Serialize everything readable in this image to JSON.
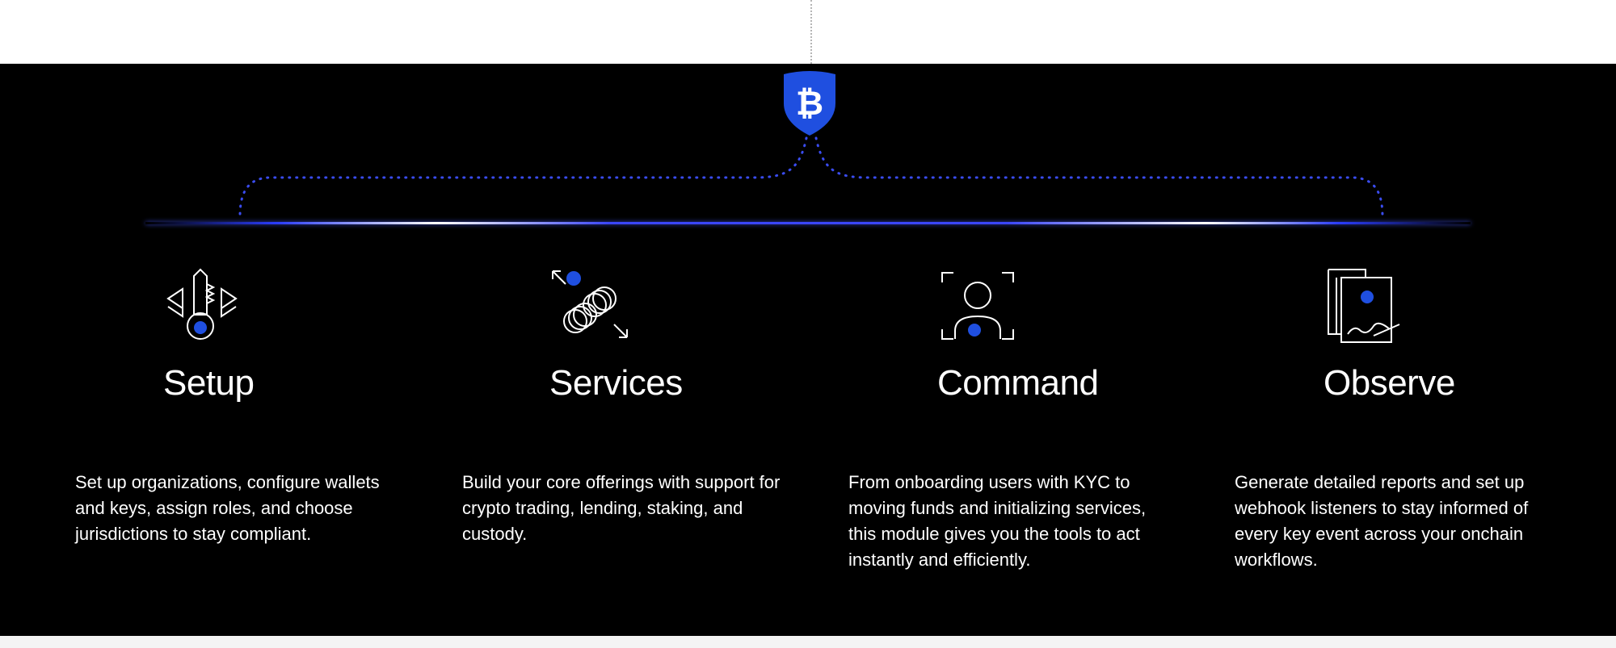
{
  "colors": {
    "background_dark": "#000000",
    "accent_blue": "#1f4fe0",
    "connector_blue": "#3a4cf0",
    "text": "#ffffff"
  },
  "badge": {
    "icon": "bitcoin-shield-icon",
    "glyph": "₿"
  },
  "modules": [
    {
      "icon": "key-unlock-icon",
      "title": "Setup",
      "description": "Set up organizations, configure wallets and keys, assign roles, and choose jurisdictions to stay compliant."
    },
    {
      "icon": "coin-exchange-icon",
      "title": "Services",
      "description": "Build your core offerings with support for crypto trading, lending, staking, and custody."
    },
    {
      "icon": "user-scan-icon",
      "title": "Command",
      "description": "From onboarding users with KYC to moving funds and initializing services, this module gives you the tools to act instantly and efficiently."
    },
    {
      "icon": "report-document-icon",
      "title": "Observe",
      "description": "Generate detailed reports and set up webhook listeners to stay informed of every key event across your onchain workflows."
    }
  ]
}
